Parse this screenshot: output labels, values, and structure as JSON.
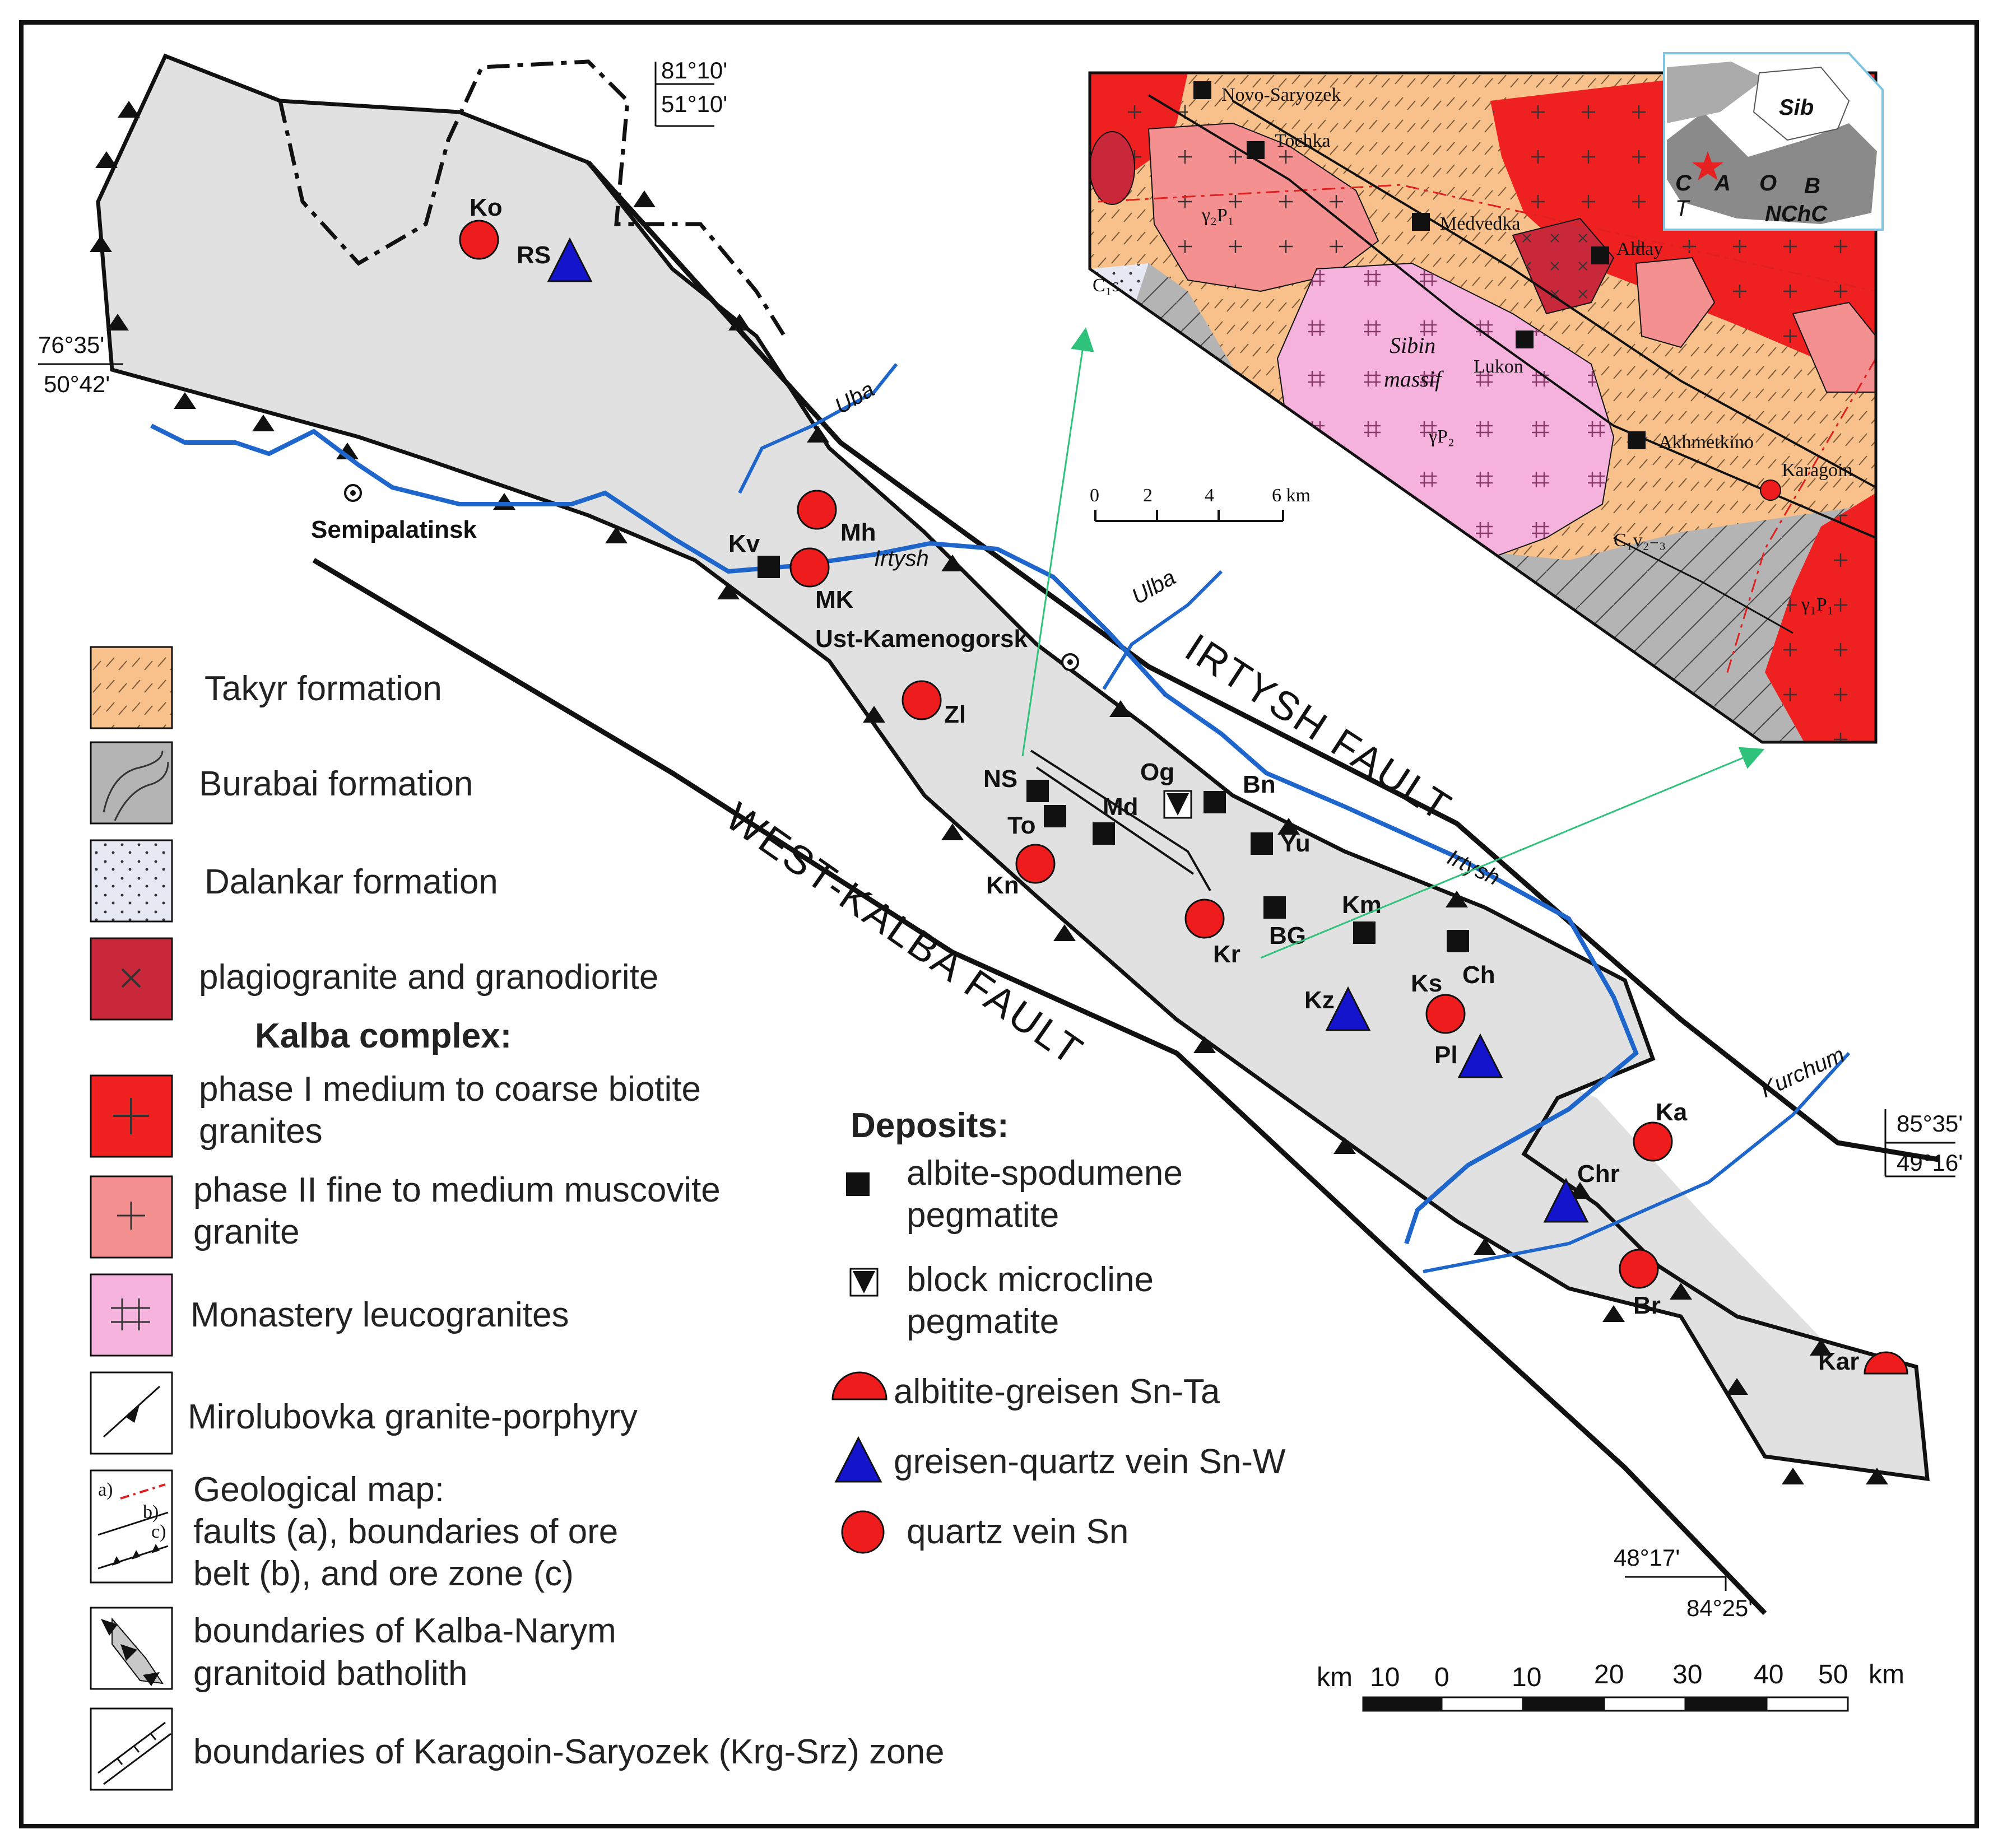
{
  "colors": {
    "belt_fill": "#e1e1e1",
    "river": "#1f66cc",
    "takyr": "#f8c08a",
    "burabai": "#b4b4b4",
    "dalankar": "#e6e8f4",
    "plagiogranite": "#c8283a",
    "phase1": "#ee2020",
    "phase2": "#f49090",
    "monastery": "#f5b2dc",
    "sn_red": "#ee1c1c",
    "snw_blue": "#1414cc",
    "green_arrow": "#2fc27a"
  },
  "places": {
    "semipalatinsk": "Semipalatinsk",
    "ust_kamenogorsk": "Ust-Kamenogorsk"
  },
  "rivers": {
    "uba": "Uba",
    "irtysh_1": "Irtysh",
    "ulba": "Ulba",
    "irtysh_2": "Irtysh",
    "kurchum": "Kurchum"
  },
  "faults": {
    "irtysh": "IRTYSH FAULT",
    "west_kalba": "WEST-KALBA FAULT"
  },
  "coords": {
    "c1_lon": "81°10'",
    "c1_lat": "51°10'",
    "c2_lon": "76°35'",
    "c2_lat": "50°42'",
    "c3_lon": "85°35'",
    "c3_lat": "49°16'",
    "c4_lat": "48°17'",
    "c4_lon": "84°25'"
  },
  "deposits_map": {
    "ko": "Ko",
    "rs": "RS",
    "mh": "Mh",
    "kv": "Kv",
    "mk": "MK",
    "zl": "Zl",
    "ns": "NS",
    "to": "To",
    "md": "Md",
    "og": "Og",
    "bn": "Bn",
    "yu": "Yu",
    "kn": "Kn",
    "kr": "Kr",
    "bg": "BG",
    "km": "Km",
    "ch": "Ch",
    "kz": "Kz",
    "ks": "Ks",
    "pl": "Pl",
    "ka": "Ka",
    "chr": "Chr",
    "br": "Br",
    "kar": "Kar"
  },
  "inset": {
    "novo_saryozek": "Novo-Saryozek",
    "tochka": "Tochka",
    "medvedka": "Medvedka",
    "alday": "Alday",
    "lukon": "Lukon",
    "akhmetkino": "Akhmetkino",
    "karagoin": "Karagoin",
    "sibin_1": "Sibin",
    "sibin_2": "massif",
    "g2p1": "γ₂P₁",
    "gp2": "γP₂",
    "g1p1": "γ₁P₁",
    "c1s": "C₁s",
    "c1v": "C₁v₂₋₃",
    "scale_0": "0",
    "scale_2": "2",
    "scale_4": "4",
    "scale_6": "6 km"
  },
  "locator": {
    "sib": "Sib",
    "c": "C",
    "a": "A",
    "o": "O",
    "b": "B",
    "t": "T",
    "nchc": "NChC"
  },
  "scale": {
    "km": "km",
    "t10a": "10",
    "t0": "0",
    "t10": "10",
    "t20": "20",
    "t30": "30",
    "t40": "40",
    "t50": "50",
    "km2": "km"
  },
  "legend": {
    "takyr": "Takyr formation",
    "burabai": "Burabai formation",
    "dalankar": "Dalankar formation",
    "plagio": "plagiogranite and granodiorite",
    "kalba": "Kalba complex:",
    "phase1_1": "phase I medium to coarse biotite",
    "phase1_2": "granites",
    "phase2_1": "phase II fine to medium muscovite",
    "phase2_2": "granite",
    "monastery": "Monastery leucogranites",
    "mirolubovka": "Mirolubovka granite-porphyry",
    "geo_1": "Geological map:",
    "geo_2": "faults (a), boundaries of ore",
    "geo_3": "belt (b), and ore zone (c)",
    "batholith_1": "boundaries of Kalba-Narym",
    "batholith_2": "granitoid batholith",
    "karagoin": "boundaries of Karagoin-Saryozek (Krg-Srz) zone",
    "mini_a": "a)",
    "mini_b": "b)",
    "mini_c": "c)"
  },
  "deposits_legend": {
    "title": "Deposits:",
    "albite_1": "albite-spodumene",
    "albite_2": "pegmatite",
    "block_1": "block microcline",
    "block_2": "pegmatite",
    "albitite": "albitite-greisen Sn-Ta",
    "greisen": "greisen-quartz vein Sn-W",
    "quartz": "quartz vein Sn"
  }
}
